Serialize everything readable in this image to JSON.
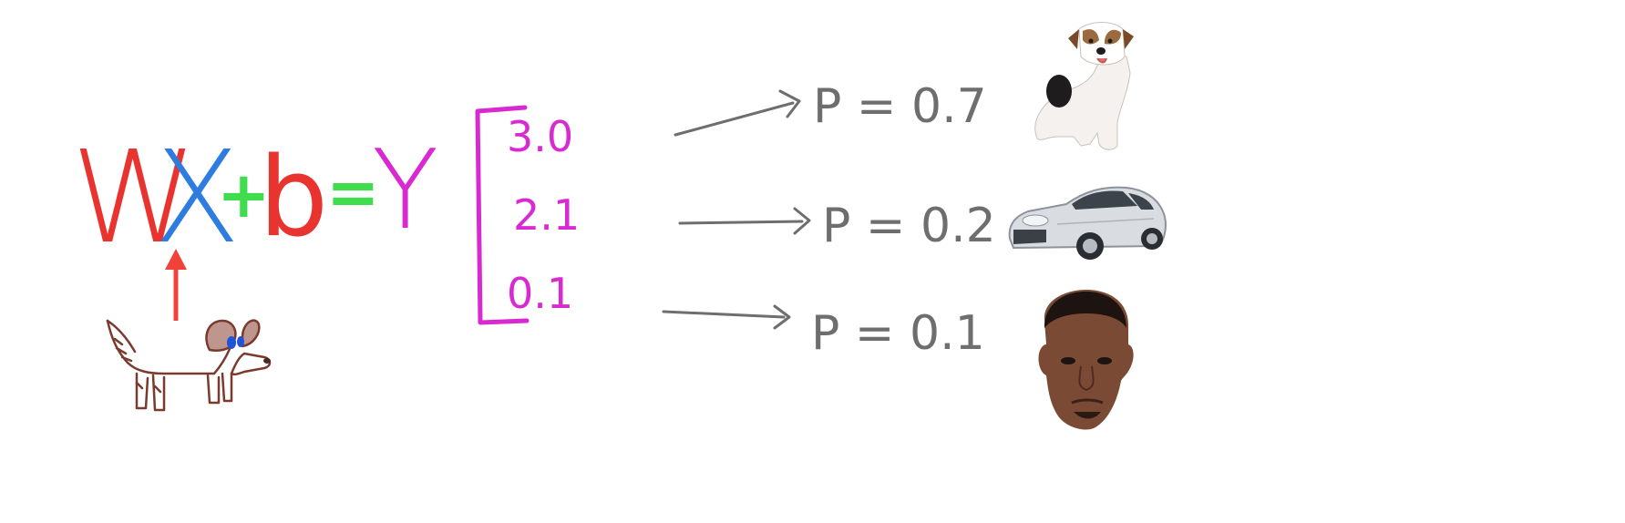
{
  "equation": {
    "W": "W",
    "X": "X",
    "plus": "+",
    "b": "b",
    "equals": "=",
    "Y": "Y"
  },
  "scores": [
    "3.0",
    "2.1",
    "0.1"
  ],
  "outputs": [
    {
      "label": "P = 0.7",
      "image": "dog-photo"
    },
    {
      "label": "P = 0.2",
      "image": "car-photo"
    },
    {
      "label": "P = 0.1",
      "image": "face-photo"
    }
  ],
  "input": {
    "image": "dog-drawing"
  },
  "colors": {
    "W": "#e8332f",
    "X": "#2f7ce0",
    "plus": "#3fdd4e",
    "b": "#e8332f",
    "equals": "#3fdd4e",
    "Y": "#d82ad0",
    "scores": "#d82ad0",
    "bracket": "#d82ad0",
    "outputs": "#6e6e6e",
    "input_arrow": "#f0413a",
    "dog_outline": "#7a3b2e"
  }
}
